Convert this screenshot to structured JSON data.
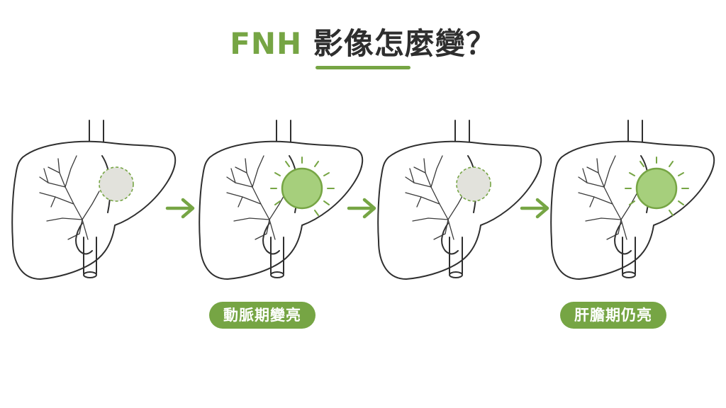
{
  "title": {
    "brand": "FNH",
    "text": " 影像怎麼變？"
  },
  "colors": {
    "accent": "#76a544",
    "lesion_bright": "#a6cf7c",
    "lesion_plain": "#e2e2dc",
    "outline": "#2f2f2f"
  },
  "stages": [
    {
      "lesion": "plain",
      "label": ""
    },
    {
      "lesion": "bright",
      "label": "動脈期變亮"
    },
    {
      "lesion": "plain",
      "label": ""
    },
    {
      "lesion": "bright",
      "label": "肝膽期仍亮"
    }
  ]
}
